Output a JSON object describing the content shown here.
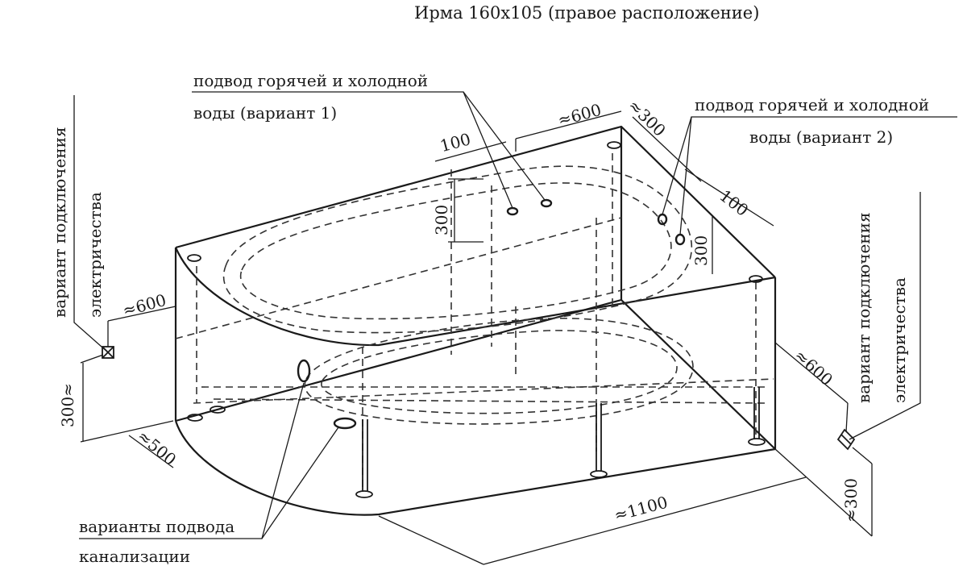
{
  "title": "Ирма 160х105 (правое расположение)",
  "labels": {
    "water_v1_line1": "подвод горячей и холодной",
    "water_v1_line2": "воды (вариант 1)",
    "water_v2_line1": "подвод горячей и холодной",
    "water_v2_line2": "воды (вариант 2)",
    "elec_left_line1": "вариант подключения",
    "elec_left_line2": "электричества",
    "elec_right_line1": "вариант подключения",
    "elec_right_line2": "электричества",
    "drain_line1": "варианты подвода",
    "drain_line2": "канализации"
  },
  "dimensions": {
    "top_600": "≈600",
    "top_300": "≈300",
    "d100_left": "100",
    "d300_mid": "300",
    "d100_right": "100",
    "d300_right": "300",
    "left_600": "≈600",
    "left_300": "300≈",
    "left_500": "≈500",
    "right_600": "≈600",
    "bottom_1100": "≈1100",
    "right_300": "≈300"
  }
}
